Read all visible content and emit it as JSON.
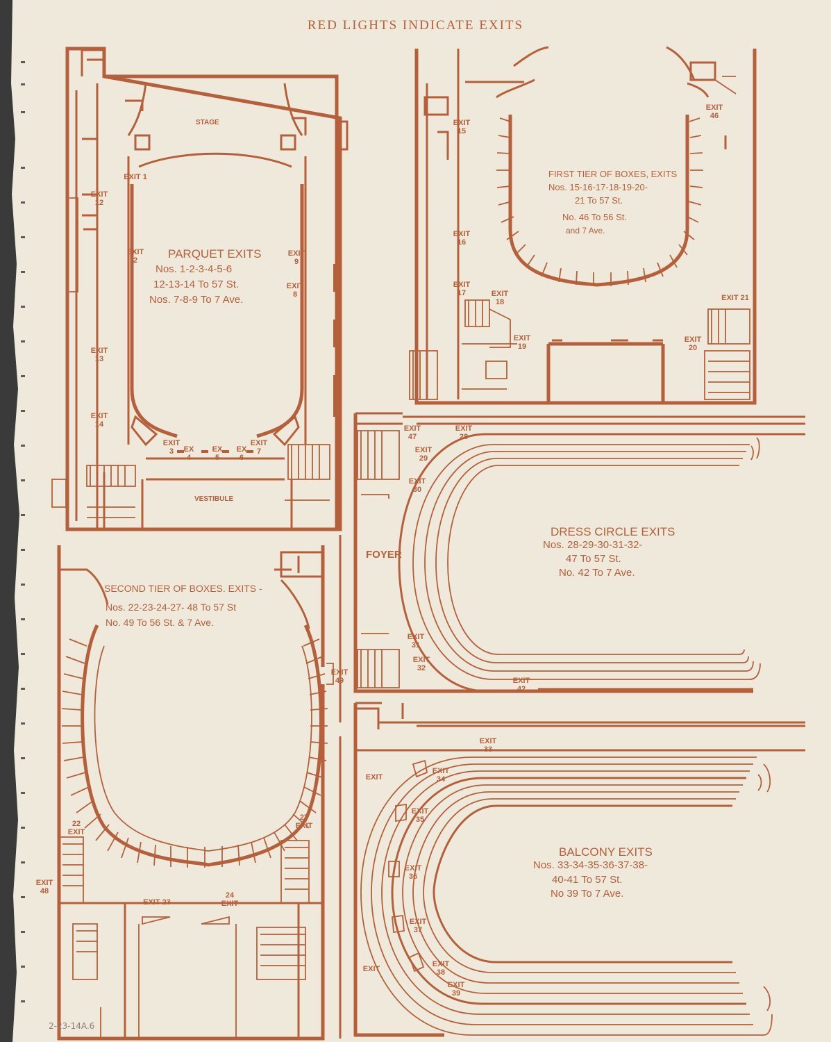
{
  "header": "RED LIGHTS INDICATE EXITS",
  "pencil_note": "2-23-14A.6",
  "parquet": {
    "stage": "STAGE",
    "vestibule": "VESTIBULE",
    "heading": "PARQUET EXITS",
    "line1": "Nos. 1-2-3-4-5-6",
    "line2": "12-13-14 To 57 St.",
    "line3": "Nos. 7-8-9 To 7 Ave.",
    "exits": [
      "EXIT 1",
      "EXIT 12",
      "EXIT 2",
      "EXIT 9",
      "EXIT 8",
      "EXIT 13",
      "EXIT 14",
      "EXIT 3",
      "EX 4",
      "EX 5",
      "EX 6",
      "EXIT 7"
    ]
  },
  "first_tier": {
    "heading": "FIRST TIER OF BOXES, EXITS",
    "line1": "Nos. 15-16-17-18-19-20-",
    "line2": "21 To 57 St.",
    "line3": "No. 46 To 56 St.",
    "line4": "and 7 Ave.",
    "exits": [
      "EXIT 15",
      "EXIT 46",
      "EXIT 16",
      "EXIT 17",
      "EXIT 18",
      "EXIT 21",
      "EXIT 19",
      "EXIT 20"
    ]
  },
  "dress_circle": {
    "heading": "DRESS CIRCLE EXITS",
    "line1": "Nos. 28-29-30-31-32-",
    "line2": "47 To 57 St.",
    "line3": "No. 42 To 7 Ave.",
    "foyer": "FOYER",
    "exits": [
      "EXIT 47",
      "EXIT 28",
      "EXIT 29",
      "EXIT 30",
      "EXIT 31",
      "EXIT 32",
      "EXIT 42"
    ]
  },
  "second_tier": {
    "heading": "SECOND TIER OF BOXES. EXITS -",
    "line1": "Nos. 22-23-24-27- 48 To 57 St",
    "line2": "No. 49 To 56 St. & 7 Ave.",
    "exits": [
      "EXIT 49",
      "22 EXIT",
      "27 EXIT",
      "EXIT 48",
      "EXIT 23",
      "24 EXIT"
    ]
  },
  "balcony": {
    "heading": "BALCONY EXITS",
    "line1": "Nos. 33-34-35-36-37-38-",
    "line2": "40-41 To 57 St.",
    "line3": "No 39 To 7 Ave.",
    "exits": [
      "EXIT 33",
      "EXIT",
      "EXIT 34",
      "EXIT 35",
      "EXIT 36",
      "EXIT 37",
      "EXIT",
      "EXIT 38",
      "EXIT 39"
    ]
  },
  "colors": {
    "ink": "#b5603a",
    "paper": "#efe9dc"
  }
}
